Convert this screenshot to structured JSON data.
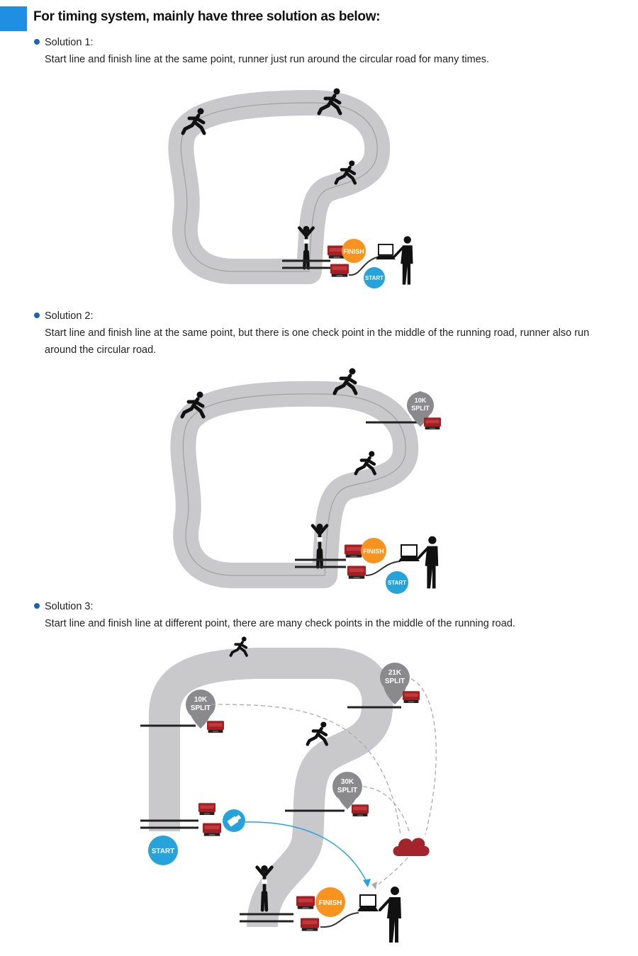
{
  "header": {
    "title": "For timing system, mainly have three solution as below:"
  },
  "solutions": [
    {
      "title": "Solution 1:",
      "description": "Start line and finish line at the same point, runner just run around the circular road for many times."
    },
    {
      "title": "Solution 2:",
      "description": "Start line and finish line at the same point, but there is one check point in the middle of the running road, runner also run around the circular road."
    },
    {
      "title": "Solution 3:",
      "description": "Start line and finish line at different point, there are many check points in the middle of the running road."
    }
  ],
  "labels": {
    "finish": "FINISH",
    "start": "START",
    "split_10k": [
      "10K",
      "SPLIT"
    ],
    "split_21k": [
      "21K",
      "SPLIT"
    ],
    "split_30k": [
      "30K",
      "SPLIT"
    ]
  },
  "colors": {
    "accent_blue": "#1f8fe4",
    "bullet_blue": "#1a64b4",
    "track_grey": "#c9c9cb",
    "finish_orange": "#f7931e",
    "start_blue": "#27a3dc",
    "split_grey": "#8a8a8c",
    "device_red": "#a41e22",
    "cloud_red": "#a3242a"
  },
  "icons": [
    "runner-icon",
    "finisher-icon",
    "timing-device-icon",
    "laptop-icon",
    "operator-icon",
    "cloud-icon",
    "usb-drive-icon",
    "split-pin-icon"
  ]
}
